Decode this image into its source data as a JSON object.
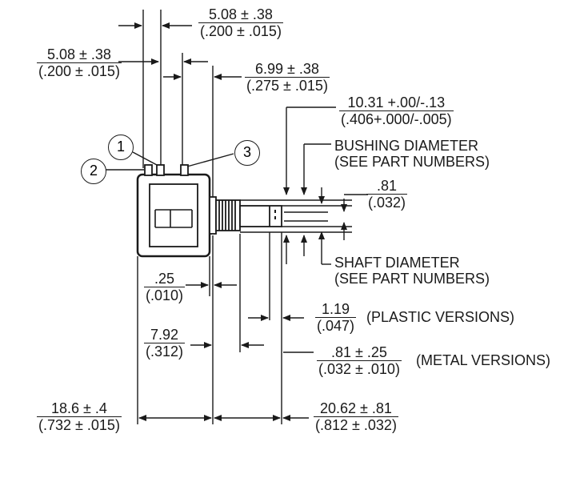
{
  "dimensions": {
    "top_pin_spacing": {
      "mm": "5.08 ± .38",
      "inch": "(.200 ± .015)"
    },
    "left_pin_spacing": {
      "mm": "5.08  ± .38",
      "inch": "(.200 ± .015)"
    },
    "pin3_to_face": {
      "mm": "6.99 ± .38",
      "inch": "(.275 ± .015)"
    },
    "shaft_length": {
      "mm": "10.31 +.00/-.13",
      "inch": "(.406+.000/-.005)"
    },
    "flat_depth": {
      "mm": ".81",
      "inch": "(.032)"
    },
    "face_gap": {
      "mm": ".25",
      "inch": "(.010)"
    },
    "bushing_length": {
      "mm": "7.92",
      "inch": "(.312)"
    },
    "plastic_flat": {
      "mm": "1.19",
      "inch": "(.047)"
    },
    "metal_flat": {
      "mm": ".81 ± .25",
      "inch": "(.032 ± .010)"
    },
    "body_depth": {
      "mm": "18.6 ± .4",
      "inch": "(.732 ± .015)"
    },
    "overall_length": {
      "mm": "20.62 ± .81",
      "inch": "(.812 ± .032)"
    }
  },
  "notes": {
    "bushing_line1": "BUSHING DIAMETER",
    "bushing_line2": "(SEE PART NUMBERS)",
    "shaft_line1": "SHAFT DIAMETER",
    "shaft_line2": "(SEE PART NUMBERS)",
    "plastic": "(PLASTIC VERSIONS)",
    "metal": "(METAL VERSIONS)"
  },
  "pins": {
    "p1": "1",
    "p2": "2",
    "p3": "3"
  }
}
